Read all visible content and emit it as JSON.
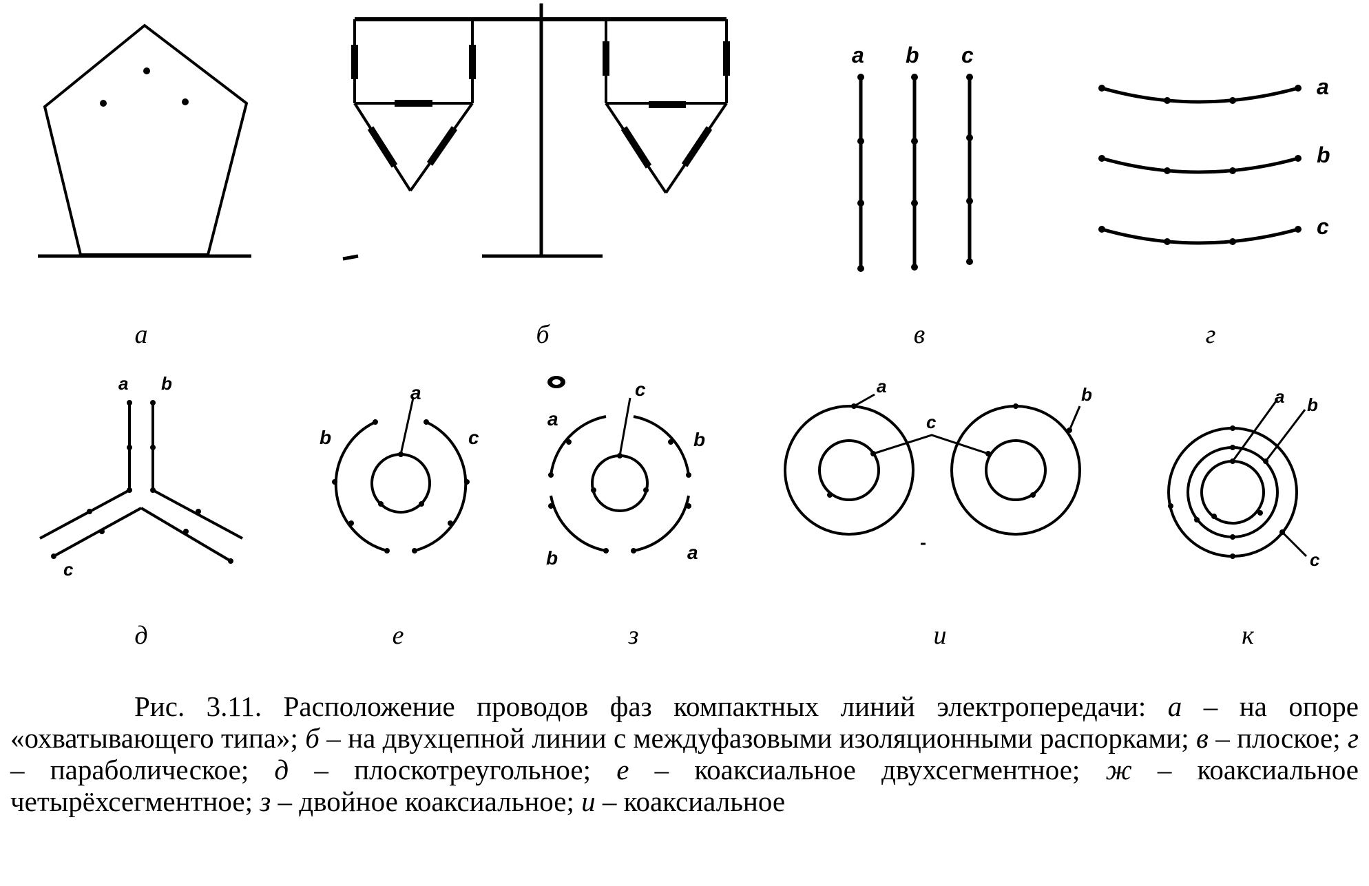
{
  "figure": {
    "panels": {
      "a": {
        "label": "а"
      },
      "b": {
        "label": "б"
      },
      "v": {
        "label": "в",
        "wire_labels": [
          "a",
          "b",
          "c"
        ]
      },
      "g": {
        "label": "г",
        "wire_labels": [
          "a",
          "b",
          "c"
        ]
      },
      "d": {
        "label": "д",
        "wire_labels": [
          "a",
          "b",
          "c"
        ]
      },
      "e": {
        "label": "е",
        "wire_labels": [
          "a",
          "b",
          "c"
        ]
      },
      "z": {
        "label": "з",
        "wire_labels": [
          "c",
          "a",
          "b",
          "b",
          "a"
        ]
      },
      "i": {
        "label": "и",
        "wire_labels": [
          "a",
          "c",
          "b"
        ]
      },
      "k": {
        "label": "к",
        "wire_labels": [
          "a",
          "b",
          "c"
        ]
      }
    }
  },
  "caption": {
    "prefix": "Рис. 3.11. Расположение проводов фаз компактных линий электропередачи: ",
    "items": [
      {
        "key": "а",
        "text": " – на опоре «охватывающего типа»; "
      },
      {
        "key": "б",
        "text": " – на двухцепной линии с междуфазовыми изоляционными распорками; "
      },
      {
        "key": "в",
        "text": " – плоское; "
      },
      {
        "key": "г",
        "text": " – параболическое; "
      },
      {
        "key": "д",
        "text": " – плоскотреугольное;  "
      },
      {
        "key": "е",
        "text": " – коаксиальное двухсегментное; "
      },
      {
        "key": "ж",
        "text": " – коаксиальное четырёхсегментное; "
      },
      {
        "key": "з",
        "text": " – двойное коаксиальное; "
      },
      {
        "key": "и",
        "text": " – коаксиальное"
      }
    ]
  }
}
